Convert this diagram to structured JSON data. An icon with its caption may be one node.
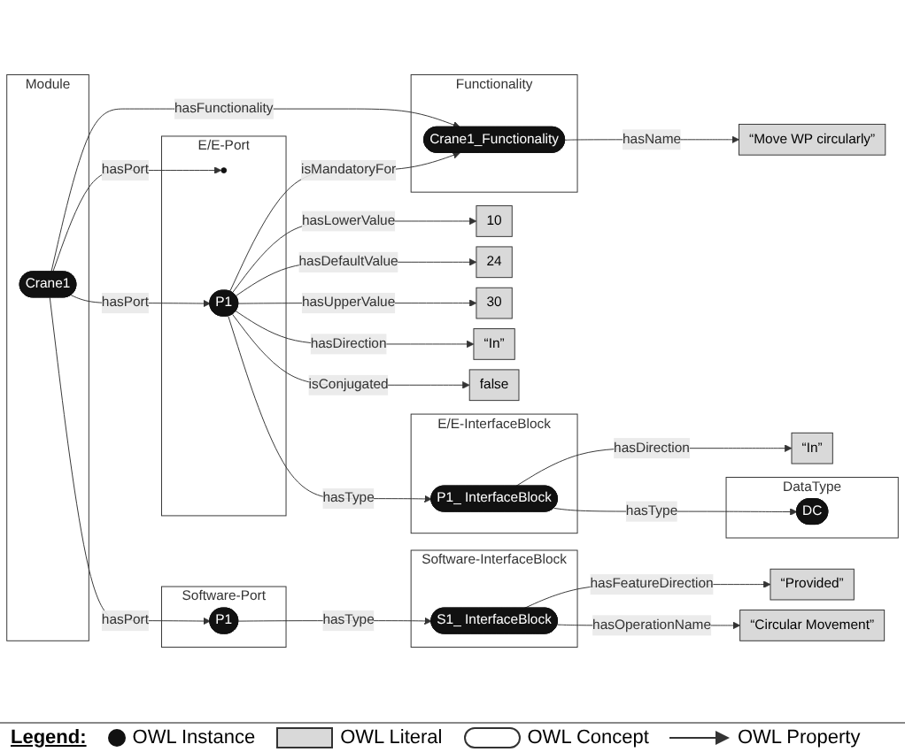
{
  "diagram": {
    "nodes": [
      {
        "text": [
          "Functionality"
        ]
      },
      {
        "text": [
          "Crane1_Functionality"
        ],
        "in": 0
      },
      {
        "text": [
          "“Move WP circularly”"
        ]
      },
      {
        "text": [
          "Module"
        ]
      },
      {
        "text": [
          "Crane1"
        ],
        "in": 3
      },
      {
        "text": [
          "E/E-Port"
        ]
      },
      {
        "text": [],
        "shape": "circle",
        "in": 5
      },
      {
        "text": [
          "P1"
        ],
        "in": 5
      },
      {
        "text": [
          "10"
        ]
      },
      {
        "text": [
          "24"
        ]
      },
      {
        "text": [
          "30"
        ]
      },
      {
        "text": [
          "“In”"
        ]
      },
      {
        "text": [
          "false"
        ]
      },
      {
        "text": [
          "Software-Port"
        ]
      },
      {
        "text": [
          "P1"
        ],
        "in": 13
      },
      {
        "text": [
          "E/E-InterfaceBlock"
        ]
      },
      {
        "text": [
          "P1_ InterfaceBlock"
        ],
        "in": 15
      },
      {
        "text": [
          "“In”"
        ]
      },
      {
        "text": [
          "DataType"
        ]
      },
      {
        "text": [
          "DC"
        ],
        "in": 18
      },
      {
        "text": [
          "Software-InterfaceBlock"
        ]
      },
      {
        "text": [
          "S1_ InterfaceBlock"
        ],
        "in": 20
      },
      {
        "text": [
          "“Provided”"
        ]
      },
      {
        "text": [
          "“Circular Movement”"
        ]
      }
    ],
    "edges": [
      {
        "from": 4,
        "to": 1,
        "arrow": "to",
        "label": "hasFunctionality"
      },
      {
        "from": 1,
        "to": 2,
        "arrow": "to",
        "label": "hasName"
      },
      {
        "from": 4,
        "to": 6,
        "arrow": "to",
        "label": "hasPort"
      },
      {
        "from": 4,
        "to": 7,
        "arrow": "to",
        "label": "hasPort"
      },
      {
        "from": 4,
        "to": 14,
        "arrow": "to",
        "label": "hasPort"
      },
      {
        "from": 7,
        "to": 1,
        "arrow": "to",
        "label": "isMandatoryFor"
      },
      {
        "from": 7,
        "to": 8,
        "arrow": "to",
        "label": "hasLowerValue"
      },
      {
        "from": 7,
        "to": 9,
        "arrow": "to",
        "label": "hasDefaultValue"
      },
      {
        "from": 7,
        "to": 10,
        "arrow": "to",
        "label": "hasUpperValue"
      },
      {
        "from": 7,
        "to": 11,
        "arrow": "to",
        "label": "hasDirection"
      },
      {
        "from": 7,
        "to": 12,
        "arrow": "to",
        "label": "isConjugated"
      },
      {
        "from": 7,
        "to": 16,
        "arrow": "to",
        "label": "hasType"
      },
      {
        "from": 16,
        "to": 17,
        "arrow": "to",
        "label": "hasDirection"
      },
      {
        "from": 16,
        "to": 19,
        "arrow": "to",
        "label": "hasType"
      },
      {
        "from": 14,
        "to": 21,
        "arrow": "to",
        "label": "hasType"
      },
      {
        "from": 21,
        "to": 22,
        "arrow": "to",
        "label": "hasFeatureDirection"
      },
      {
        "from": 21,
        "to": 23,
        "arrow": "to",
        "label": "hasOperationName"
      }
    ],
    "labels": [
      "Legend:"
    ],
    "legend": [
      {
        "text": "OWL Instance"
      },
      {
        "text": "OWL Literal",
        "color": "#d9d9d9"
      },
      {
        "text": "OWL Concept"
      },
      {
        "text": "OWL Property"
      }
    ]
  }
}
